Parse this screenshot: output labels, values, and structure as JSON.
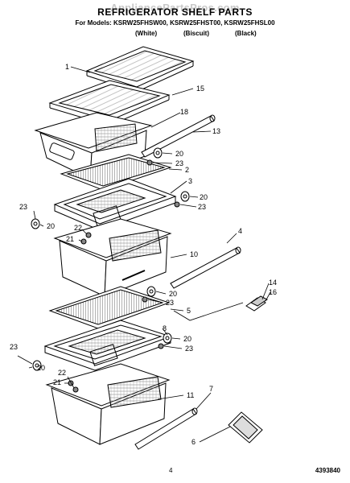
{
  "header": {
    "watermark": "AppliancePartsPros.com",
    "title": "REFRIGERATOR SHELF PARTS",
    "models": "For Models: KSRW25FHSW00, KSRW25FHST00, KSRW25FHSL00",
    "colors": [
      "(White)",
      "(Biscuit)",
      "(Black)"
    ]
  },
  "callouts": [
    "1",
    "15",
    "18",
    "13",
    "20",
    "23",
    "2",
    "3",
    "20",
    "23",
    "23",
    "20",
    "22",
    "21",
    "4",
    "10",
    "20",
    "23",
    "14",
    "16",
    "5",
    "8",
    "20",
    "23",
    "23",
    "20",
    "22",
    "21",
    "7",
    "11",
    "6"
  ],
  "footer": {
    "page_number": "4",
    "doc_code": "4393840"
  }
}
